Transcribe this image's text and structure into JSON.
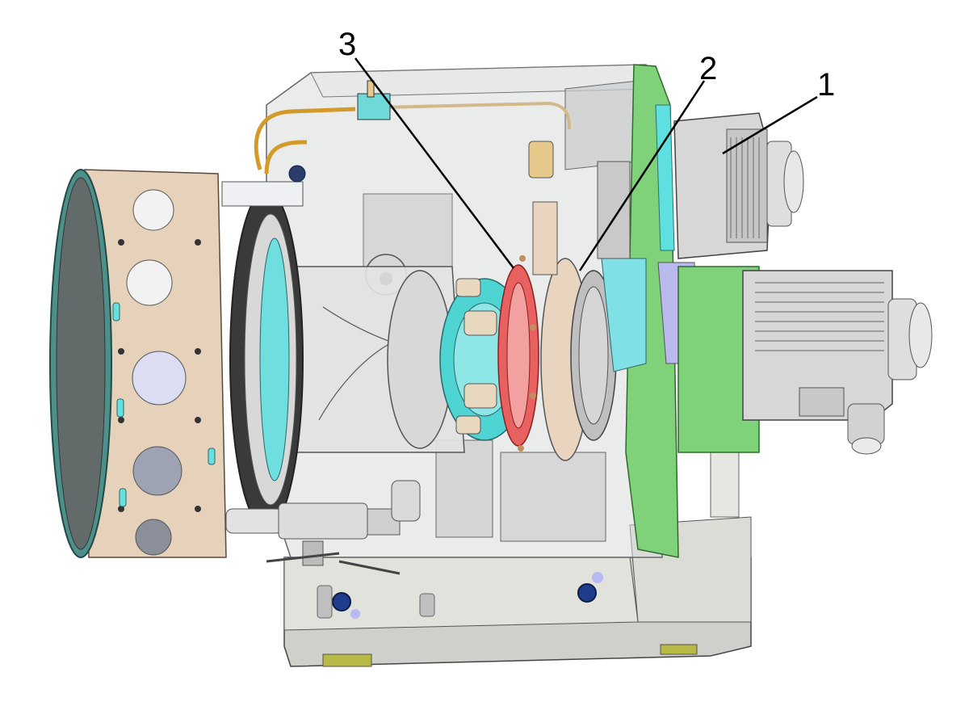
{
  "callouts": [
    {
      "id": "1",
      "label": "1"
    },
    {
      "id": "2",
      "label": "2"
    },
    {
      "id": "3",
      "label": "3"
    }
  ],
  "colors": {
    "turret_disc": "#4f8f8a",
    "tool_blocks": "#e6d2bb",
    "housing_glass": "#d9dcdc",
    "frame_green": "#7fd27a",
    "cyan_parts": "#67e0e0",
    "red_brake": "#e04848",
    "motor_gray": "#d7d7d7",
    "base_gray": "#cfcfcb",
    "lavender": "#b9b9ee"
  }
}
